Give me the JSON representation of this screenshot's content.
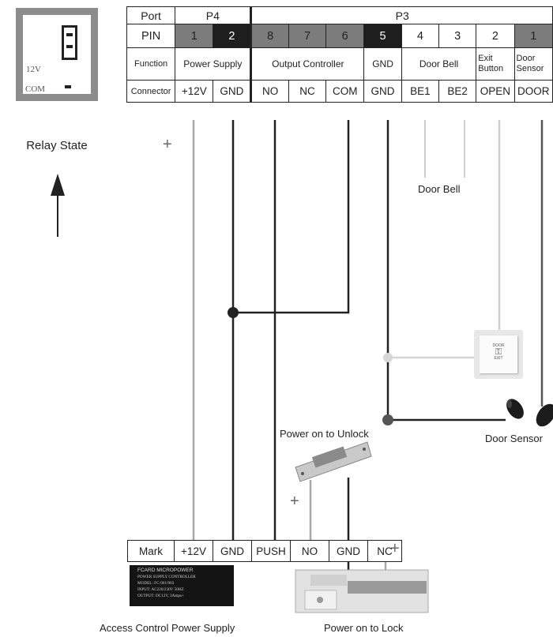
{
  "relay": {
    "label": "Relay State",
    "pin_12v": "12V",
    "pin_com": "COM"
  },
  "table": {
    "port_header": "Port",
    "pin_header": "PIN",
    "function_header": "Function",
    "connector_header": "Connector",
    "port_p4": "P4",
    "port_p3": "P3",
    "pins": [
      "1",
      "2",
      "8",
      "7",
      "6",
      "5",
      "4",
      "3",
      "2",
      "1"
    ],
    "functions": {
      "power_supply": "Power Supply",
      "output_controller": "Output Controller",
      "gnd": "GND",
      "door_bell": "Door Bell",
      "exit_button_1": "Exit",
      "exit_button_2": "Button",
      "door_sensor_1": "Door",
      "door_sensor_2": "Sensor"
    },
    "connectors": [
      "+12V",
      "GND",
      "NO",
      "NC",
      "COM",
      "GND",
      "BE1",
      "BE2",
      "OPEN",
      "DOOR"
    ]
  },
  "labels": {
    "door_bell": "Door Bell",
    "door_sensor": "Door Sensor",
    "power_on_unlock": "Power on to Unlock",
    "power_on_lock": "Power on to Lock",
    "access_power": "Access Control Power Supply",
    "plus": "+"
  },
  "mark_row": {
    "header": "Mark",
    "cells": [
      "+12V",
      "GND",
      "PUSH",
      "NO",
      "GND",
      "NC"
    ]
  },
  "psu_plate": {
    "line1": "FCARD MICROPOWER",
    "line2": "POWER SUPPLY CONTROLLER",
    "line3": "MODEL: FC-901/903",
    "line4": "INPUT: AC220/230V 50HZ",
    "line5": "OUTPUT: DC12V, 3Amps+"
  },
  "exit_button": {
    "top": "DOOR",
    "bottom": "EXIT"
  },
  "colors": {
    "wire_dark": "#222222",
    "wire_gray": "#a8a8a8",
    "wire_light": "#cfcfcf",
    "cell_gray": "#7c7c7c",
    "cell_black": "#1e1e1e"
  }
}
